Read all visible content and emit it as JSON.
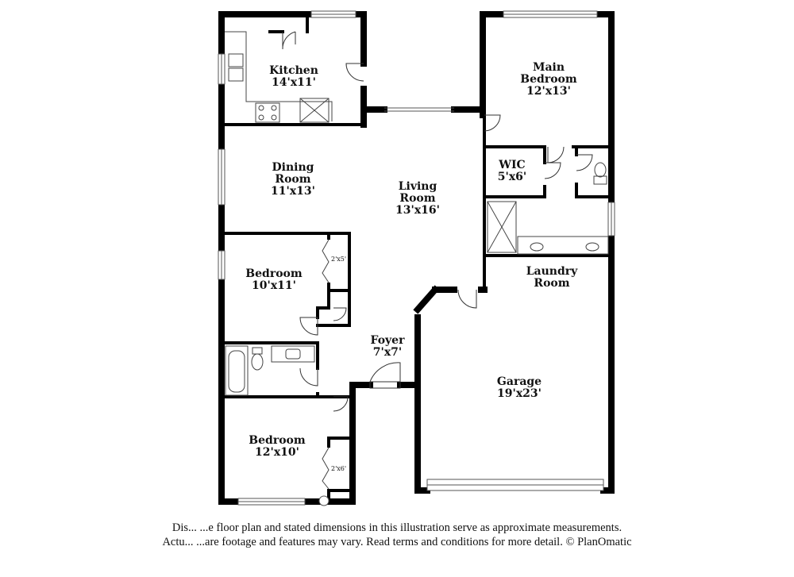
{
  "rooms": {
    "kitchen": {
      "name": "Kitchen",
      "dims": "14'x11'"
    },
    "main_bedroom": {
      "name_line1": "Main",
      "name_line2": "Bedroom",
      "dims": "12'x13'"
    },
    "dining": {
      "name_line1": "Dining",
      "name_line2": "Room",
      "dims": "11'x13'"
    },
    "wic": {
      "name": "WIC",
      "dims": "5'x6'"
    },
    "living": {
      "name_line1": "Living",
      "name_line2": "Room",
      "dims": "13'x16'"
    },
    "bedroom_mid": {
      "name": "Bedroom",
      "dims": "10'x11'"
    },
    "laundry": {
      "name_line1": "Laundry",
      "name_line2": "Room"
    },
    "foyer": {
      "name": "Foyer",
      "dims": "7'x7'"
    },
    "garage": {
      "name": "Garage",
      "dims": "19'x23'"
    },
    "bedroom_low": {
      "name": "Bedroom",
      "dims": "12'x10'"
    }
  },
  "closets": {
    "closet_mid": "2'x5'",
    "closet_low": "2'x6'"
  },
  "disclaimer": {
    "line1": "Dis... ...e floor plan and stated dimensions in this illustration serve as approximate measurements.",
    "line2": "Actu... ...are footage and features may vary. Read terms and conditions for more detail. © PlanOmatic"
  }
}
